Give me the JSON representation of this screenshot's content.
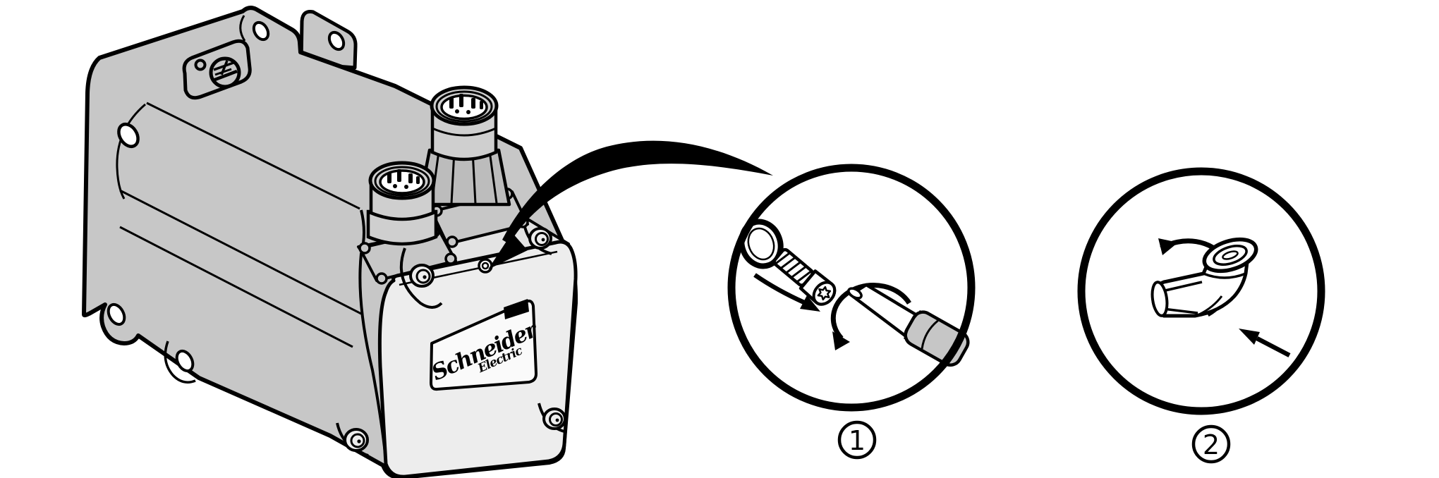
{
  "figure": {
    "type": "technical-illustration",
    "subject": "servo-motor-with-connector-cover",
    "brand": {
      "line1": "Schneider",
      "line2": "Electric"
    },
    "callouts": [
      {
        "label": "1"
      },
      {
        "label": "2"
      }
    ],
    "icons": {
      "ground_badge": "earth-ground-symbol",
      "swoosh": "callout-swoosh-arrow",
      "rotation_1": "rotate-screwdriver-arrow",
      "rotation_2": "rotate-fitting-arrow",
      "insert_1": "screw-insertion-arrow",
      "insert_2": "fitting-insertion-arrow"
    },
    "colors": {
      "line": "#000000",
      "body": "#c7c7c7",
      "body_dark": "#bcbcbc",
      "cover": "#ededed",
      "cover_top": "#e3e3e3",
      "label_plate": "#fafafa",
      "barrel": "#cfcfcf",
      "inner_white": "#ffffff",
      "handle": "#c6c6c6"
    }
  }
}
